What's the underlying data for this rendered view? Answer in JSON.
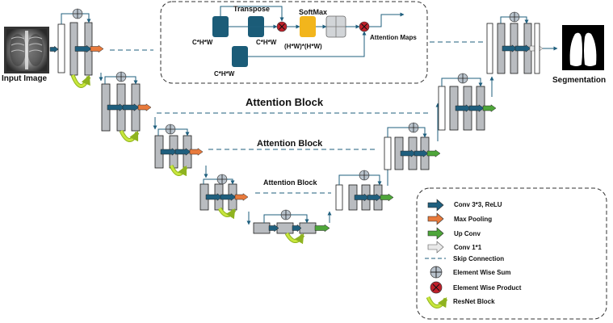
{
  "labels": {
    "input_image": "Input Image",
    "segmentation": "Segmentation",
    "attention_block_1": "Attention Block",
    "attention_block_2": "Attention Block",
    "attention_block_3": "Attention Block"
  },
  "attention_detail": {
    "transpose": "Transpose",
    "softmax": "SoftMax",
    "chw_1": "C*H*W",
    "chw_2": "C*H*W",
    "chw_3": "C*H*W",
    "hw_hw": "(H*W)*(H*W)",
    "attention_maps": "Attention Maps"
  },
  "legend": {
    "items": [
      {
        "label": "Conv 3*3, ReLU",
        "icon": "conv-arrow-icon",
        "color": "#1f5f7e"
      },
      {
        "label": "Max Pooling",
        "icon": "maxpool-arrow-icon",
        "color": "#e87a3c"
      },
      {
        "label": "Up Conv",
        "icon": "upconv-arrow-icon",
        "color": "#4ea63a"
      },
      {
        "label": "Conv 1*1",
        "icon": "conv1x1-arrow-icon",
        "color": "#e9e9e9"
      },
      {
        "label": "Skip Connection",
        "icon": "skip-connection-icon",
        "color": "#1f5f7e"
      },
      {
        "label": "Element Wise Sum",
        "icon": "element-sum-icon",
        "color": "#b9c3cc"
      },
      {
        "label": "Element Wise  Product",
        "icon": "element-product-icon",
        "color": "#c0202a"
      },
      {
        "label": "ResNet Block",
        "icon": "resnet-block-icon",
        "color": "#c8e63c"
      }
    ]
  },
  "colors": {
    "block_fill": "#b9bcc0",
    "block_stroke": "#1b1b1b",
    "connector": "#1f5f7e",
    "conv_arrow": "#1f5f7e",
    "maxpool_arrow": "#e87a3c",
    "upconv_arrow": "#4ea63a",
    "conv1x1_arrow": "#e9e9e9",
    "softmax_yellow": "#f2b51c",
    "feature_teal": "#1b5c78",
    "product_red": "#c0202a",
    "resnet_yellow": "#c8e63c"
  }
}
